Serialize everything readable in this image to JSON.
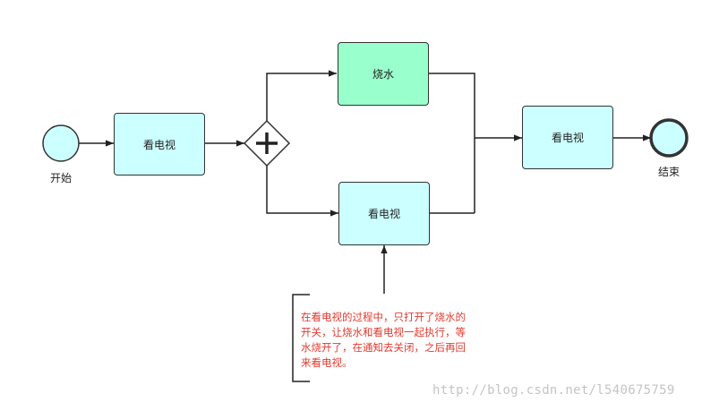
{
  "diagram": {
    "start_event_label": "开始",
    "end_event_label": "结束",
    "task_watch_tv_1": "看电视",
    "task_boil_water": "烧水",
    "task_watch_tv_2": "看电视",
    "task_watch_tv_3": "看电视",
    "annotation": "在看电视的过程中，只打开了烧水的开关，让烧水和看电视一起执行，等水烧开了，在通知去关闭，之后再回来看电视。",
    "watermark": "http://blog.csdn.net/l540675759"
  },
  "colors": {
    "task_fill": "#ccffff",
    "boil_task_fill": "#99ffcc",
    "event_fill": "#ccffff",
    "stroke": "#333333",
    "annotation_text": "#e03a2f",
    "watermark": "#c4c4c4"
  }
}
